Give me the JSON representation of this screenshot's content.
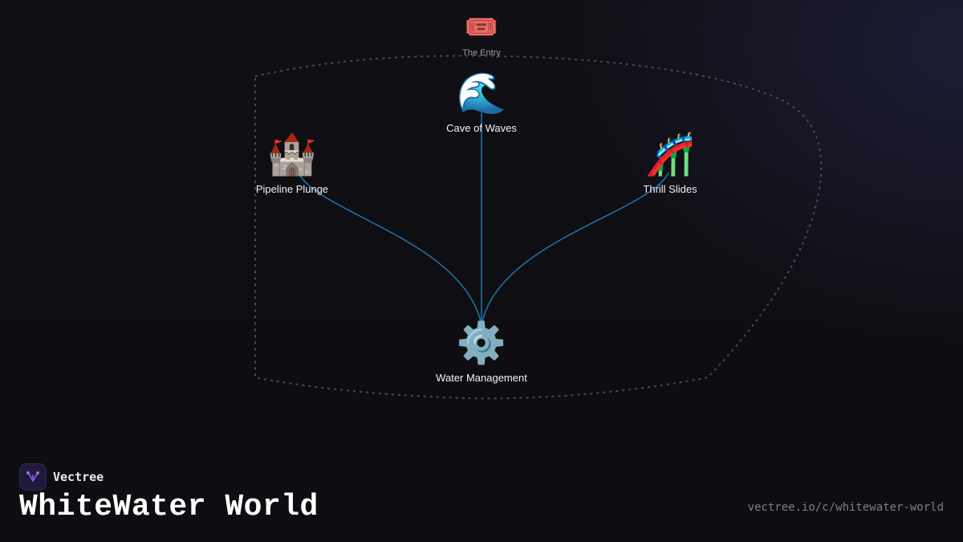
{
  "diagram": {
    "title": "WhiteWater World",
    "nodes": {
      "entry": {
        "label": "The Entry",
        "icon": "🎟️",
        "icon_name": "admission-ticket-icon"
      },
      "cave_of_waves": {
        "label": "Cave of Waves",
        "icon": "🌊",
        "icon_name": "wave-icon"
      },
      "pipeline_plunge": {
        "label": "Pipeline Plunge",
        "icon": "🏰",
        "icon_name": "castle-icon"
      },
      "thrill_slides": {
        "label": "Thrill Slides",
        "icon": "🎢",
        "icon_name": "roller-coaster-icon"
      },
      "water_management": {
        "label": "Water Management",
        "icon": "⚙️",
        "icon_name": "gear-icon"
      }
    },
    "edges": [
      {
        "from": "water_management",
        "to": "cave_of_waves"
      },
      {
        "from": "water_management",
        "to": "pipeline_plunge"
      },
      {
        "from": "water_management",
        "to": "thrill_slides"
      }
    ],
    "colors": {
      "edge": "#1f6fa3",
      "boundary": "#4a4a55",
      "background": "#0f0f14"
    }
  },
  "brand": {
    "name": "Vectree",
    "logo_icon": "vectree-logo-icon"
  },
  "footer": {
    "url": "vectree.io/c/whitewater-world"
  }
}
